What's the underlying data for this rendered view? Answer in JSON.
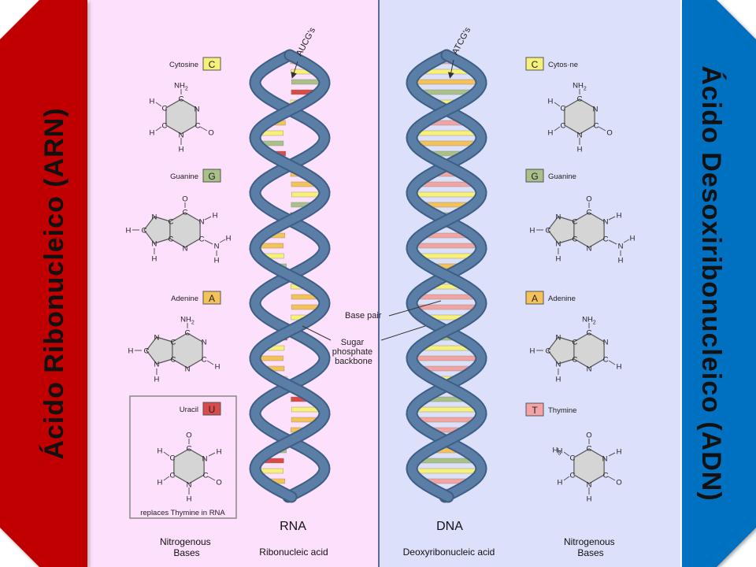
{
  "left_banner": {
    "title": "Ácido Ribonucleico (ARN)",
    "color": "#c00000"
  },
  "right_banner": {
    "title": "Ácido Desoxiribonucleico (ADN)",
    "color": "#0070c0"
  },
  "panels": {
    "rna_bg": "#fde0fb",
    "dna_bg": "#dde0fa"
  },
  "rna": {
    "helix_label": "RNA",
    "full_name": "Ribonucleic acid",
    "top_pointer": "AUCG's",
    "bases_caption": [
      "Nitrogenous",
      "Bases"
    ],
    "bases": [
      {
        "name": "Cytosine",
        "letter": "C",
        "color": "#f7f07a"
      },
      {
        "name": "Guanine",
        "letter": "G",
        "color": "#a8c08a"
      },
      {
        "name": "Adenine",
        "letter": "A",
        "color": "#f5c25a"
      }
    ],
    "uracil": {
      "name": "Uracil",
      "letter": "U",
      "color": "#d94a4a",
      "note": "replaces Thymine in RNA"
    }
  },
  "dna": {
    "helix_label": "DNA",
    "full_name": "Deoxyribonucleic acid",
    "top_pointer": "ATCG's",
    "bases_caption": [
      "Nitrogenous",
      "Bases"
    ],
    "bases": [
      {
        "name": "Cytos·ne",
        "letter": "C",
        "color": "#f7f07a"
      },
      {
        "name": "Guanine",
        "letter": "G",
        "color": "#a8c08a"
      },
      {
        "name": "Adenine",
        "letter": "A",
        "color": "#f5c25a"
      },
      {
        "name": "Thymine",
        "letter": "T",
        "color": "#f2a4a4"
      }
    ]
  },
  "callouts": {
    "base_pair": "Base pair",
    "backbone": [
      "Sugar",
      "phosphate",
      "backbone"
    ]
  },
  "atoms": {
    "H": "H",
    "N": "N",
    "O": "O",
    "C": "C",
    "NH2": "NH",
    "two": "2",
    "H3C": "H",
    "three": "3",
    "C_small": "C"
  },
  "colors": {
    "backbone": "#5a7ea6",
    "backbone_dark": "#3d5f86",
    "ring_fill": "#d5d5d5",
    "ring_stroke": "#555555"
  }
}
